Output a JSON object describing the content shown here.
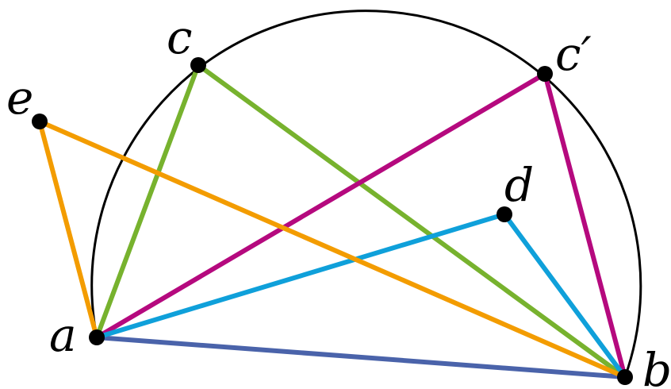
{
  "points": {
    "a": {
      "label": "a"
    },
    "b": {
      "label": "b"
    },
    "c": {
      "label": "c"
    },
    "c_prime": {
      "label": "c′"
    },
    "d": {
      "label": "d"
    },
    "e": {
      "label": "e"
    }
  },
  "colors": {
    "ab": "#4A63AA",
    "green": "#77B22E",
    "magenta": "#B5097E",
    "cyan": "#0FA0DA",
    "orange": "#F39C00",
    "circle": "#000000",
    "point": "#000000"
  }
}
